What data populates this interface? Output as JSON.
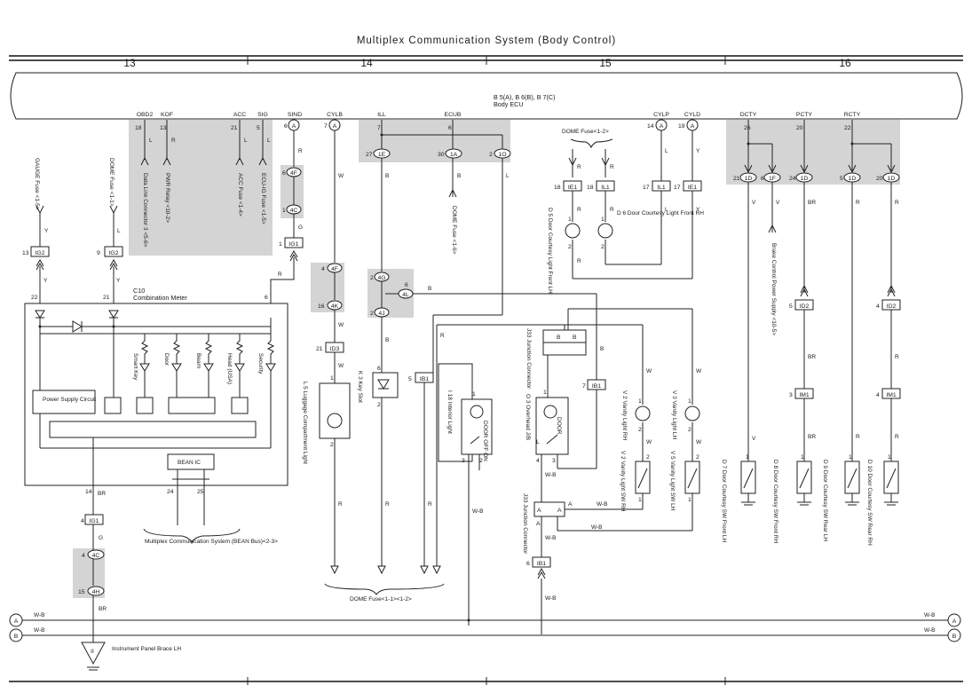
{
  "title": "Multiplex Communication System (Body Control)",
  "columns": [
    "13",
    "14",
    "15",
    "16"
  ],
  "ecu": {
    "ref": "B 5(A), B 6(B), B 7(C)",
    "name": "Body ECU",
    "terminals": [
      "OBD2",
      "KOF",
      "ACC",
      "SIG",
      "SIND",
      "CYLB",
      "ILL",
      "ECUB",
      "CYLP",
      "CYLD",
      "DCTY",
      "PCTY",
      "RCTY"
    ]
  },
  "connectors": {
    "IG2": "IG2",
    "IG1": "IG1",
    "4F": "4F",
    "4C": "4C",
    "4K": "4K",
    "4G": "4G",
    "4L": "4L",
    "4J": "4J",
    "ID3": "ID3",
    "IE1": "IE1",
    "IB1": "IB1",
    "IL1": "IL1",
    "ID2": "ID2",
    "IM1": "IM1",
    "1E": "1E",
    "1A": "1A",
    "1O": "1O",
    "1D": "1D",
    "1F": "1F",
    "4H": "4H",
    "A": "A",
    "B": "B"
  },
  "labels": {
    "gauge_fuse": "GAUGE Fuse <1-5>",
    "dome_fuse_left": "DOME Fuse <1-1>",
    "dlc3": "Data Link Connector 3 <5-6>",
    "pwr_relay": "PWR Relay <10-2>",
    "acc_fuse": "ACC Fuse <1-4>",
    "ecuig_fuse": "ECU-IG Fuse <1-5>",
    "dome_fuse_mid": "DOME Fuse <1-6>",
    "dome_fuse_top": "DOME Fuse<1-2>",
    "brake_supply": "Brake Control Power Supply <10-5>",
    "meter_ref": "C10",
    "meter_name": "Combination Meter",
    "power_supply_circuit": "Power Supply Circuit",
    "bean_ic": "BEAN IC",
    "smart_key": "Smart Key",
    "door": "Door",
    "beam": "Beam",
    "head_usa": "Head (USA)",
    "security": "Security",
    "l5": "L 5 Luggage Compartment Light",
    "k3": "K 3 Key Slot",
    "i18": "I 18 Interior Light",
    "door_off_on": "DOOR OFF ON",
    "o3": "O 3 Overhead J/B",
    "door_sw": "DOOR",
    "j33_top": "J33 Junction Connector",
    "j33_bot": "J33 Junction Connector",
    "d5": "D 5 Door Courtesy Light Front LH",
    "d6": "D 6 Door Courtesy Light Front RH",
    "v2_light": "V 2 Vanity Light RH",
    "v3_light": "V 3 Vanity Light LH",
    "v2_sw": "V 2 Vanity Light SW RH",
    "v5_sw": "V 5 Vanity Light SW LH",
    "d7": "D 7 Door Courtesy SW Front LH",
    "d8": "D 8 Door Courtesy SW Front RH",
    "d9": "D 9 Door Courtesy SW Rear LH",
    "d10": "D 10 Door Courtesy SW Rear RH",
    "bean_bus": "Multiplex Communication System (BEAN Bus)<2-3>",
    "dome_fuse_bottom": "DOME Fuse<1-1><1-2>",
    "ground": "Instrument Panel Brace LH",
    "ground_id": "II"
  },
  "wire_colors": {
    "Y": "Y",
    "L": "L",
    "R": "R",
    "G": "G",
    "W": "W",
    "B": "B",
    "BR": "BR",
    "WB": "W-B",
    "V": "V",
    "Wr": "W"
  }
}
